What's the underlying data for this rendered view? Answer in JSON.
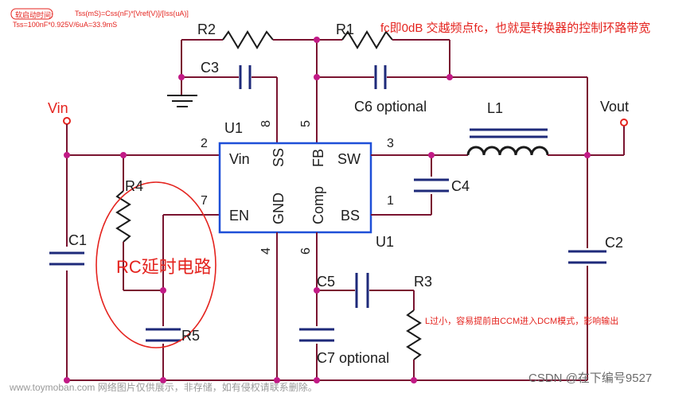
{
  "notes": {
    "top_left_prefix": "软启动时间:",
    "top_left_formula": "Tss(mS)=Css(nF)*[Vref(V)]/[Iss(uA)]",
    "top_left_example": "Tss=100nF*0.925V/6uA=33.9mS",
    "fc_note": "fc即0dB 交越频点fc，也就是转换器的控制环路带宽",
    "rc_label": "RC延时电路",
    "l_note": "L过小，容易提前由CCM进入DCM模式，影响输出"
  },
  "components": {
    "r1": "R1",
    "r2": "R2",
    "r3": "R3",
    "r4": "R4",
    "r5": "R5",
    "c1": "C1",
    "c2": "C2",
    "c3": "C3",
    "c4": "C4",
    "c5": "C5",
    "c6": "C6 optional",
    "c7": "C7 optional",
    "l1": "L1",
    "u1_top": "U1",
    "u1_bottom": "U1"
  },
  "ports": {
    "vin": "Vin",
    "vout": "Vout"
  },
  "ic_pins": {
    "vin": "Vin",
    "ss": "SS",
    "fb": "FB",
    "sw": "SW",
    "en": "EN",
    "gnd": "GND",
    "comp": "Comp",
    "bs": "BS"
  },
  "pin_numbers": {
    "p1": "1",
    "p2": "2",
    "p3": "3",
    "p4": "4",
    "p5": "5",
    "p6": "6",
    "p7": "7",
    "p8": "8"
  },
  "watermark": {
    "left": "www.toymoban.com 网络图片仅供展示，非存储，如有侵权请联系删除。",
    "right": "CSDN @在下编号9527"
  },
  "colors": {
    "wire": "#7a1430",
    "junction": "#c21a86",
    "accent_red": "#e4231e",
    "ic_border": "#1e4fd8"
  }
}
